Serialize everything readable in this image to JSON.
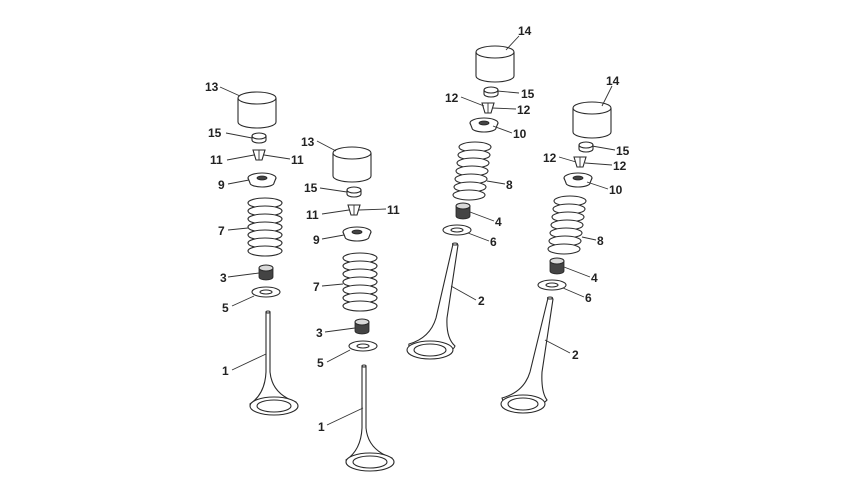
{
  "diagram": {
    "labels": {
      "valve": "1",
      "valve_exhaust": "2",
      "oil_seal": "3",
      "oil_seal_b": "4",
      "spring_seat": "5",
      "spring_seat_b": "6",
      "spring": "7",
      "spring_b": "8",
      "retainer": "9",
      "retainer_b": "10",
      "cotter": "11",
      "cotter_b": "12",
      "tappet": "13",
      "tappet_b": "14",
      "shim": "15"
    }
  }
}
